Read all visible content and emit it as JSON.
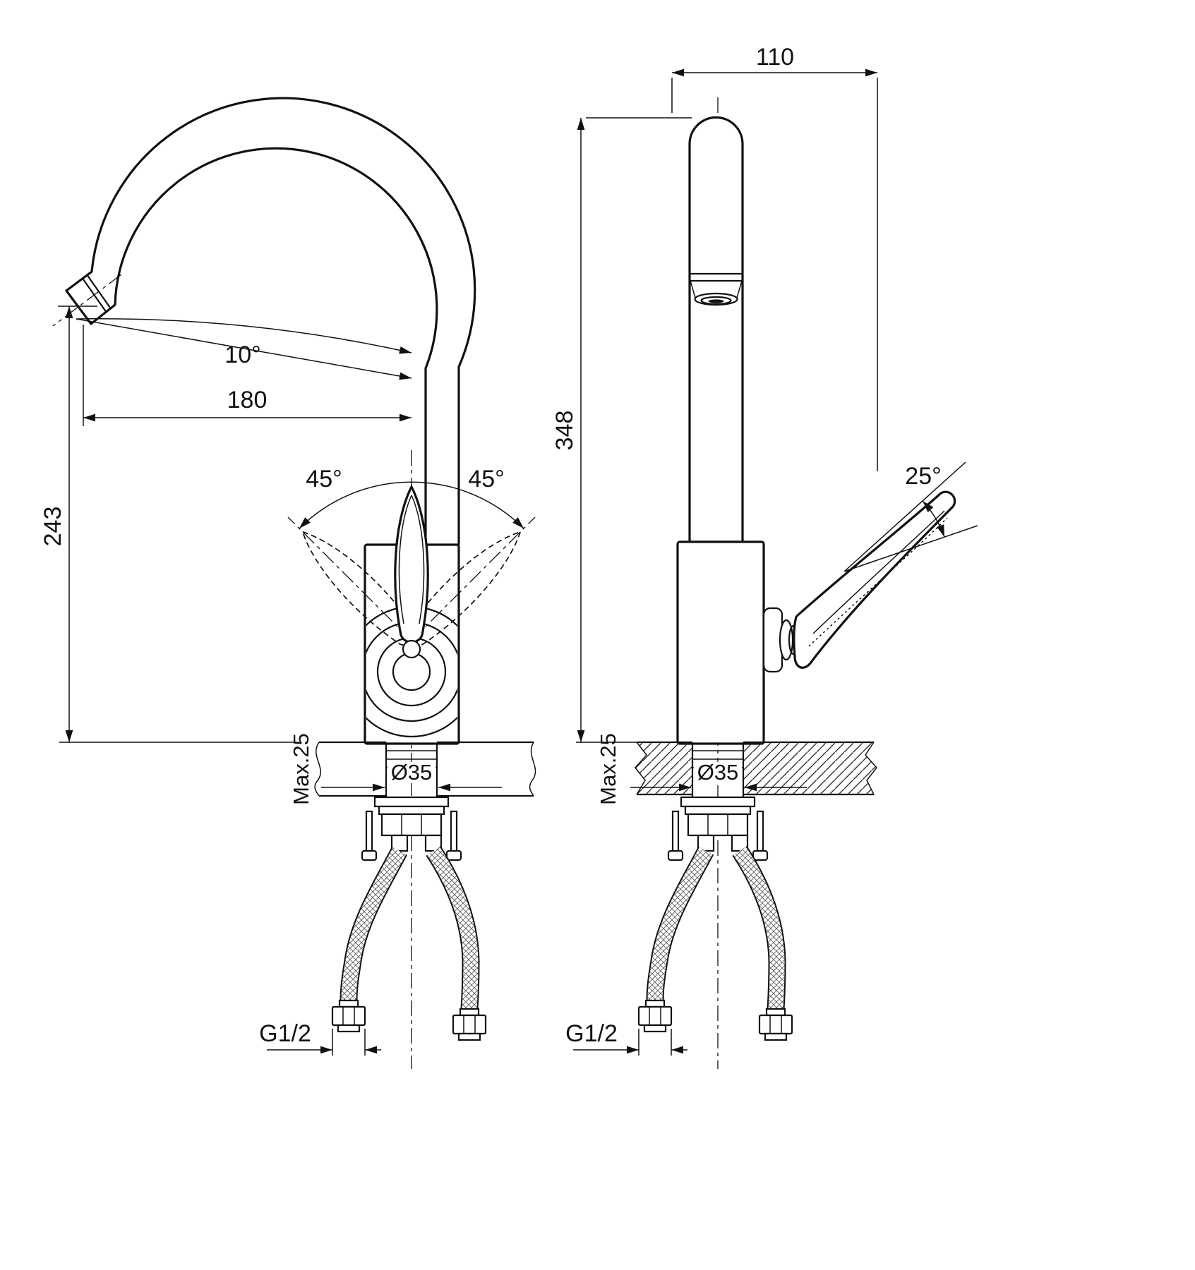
{
  "drawing": {
    "type": "faucet-technical-drawing",
    "colors": {
      "line": "#111111",
      "background": "#ffffff"
    },
    "side_view": {
      "dims": {
        "spout_angle": "10°",
        "spout_reach": "180",
        "outlet_height": "243",
        "handle_swing_left": "45°",
        "handle_swing_right": "45°",
        "max_mount_thickness": "Max.25",
        "hole_diameter": "Ø35",
        "connection_thread": "G1/2"
      }
    },
    "front_view": {
      "dims": {
        "top_width": "110",
        "overall_height": "348",
        "handle_lift_angle": "25°",
        "max_mount_thickness": "Max.25",
        "hole_diameter": "Ø35",
        "connection_thread": "G1/2"
      }
    }
  }
}
